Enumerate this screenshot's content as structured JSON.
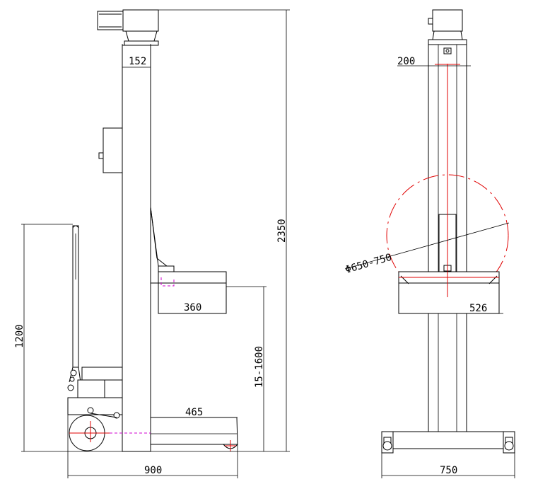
{
  "dimensions": {
    "side_view": {
      "column_width": "152",
      "total_height": "2350",
      "handle_height": "1200",
      "fork_length": "360",
      "lift_range": "15-1600",
      "base_leg": "465",
      "base_length": "900"
    },
    "front_view": {
      "column_width": "200",
      "wheel_diameter": "Φ650-750",
      "fork_width": "526",
      "base_width": "750"
    }
  }
}
